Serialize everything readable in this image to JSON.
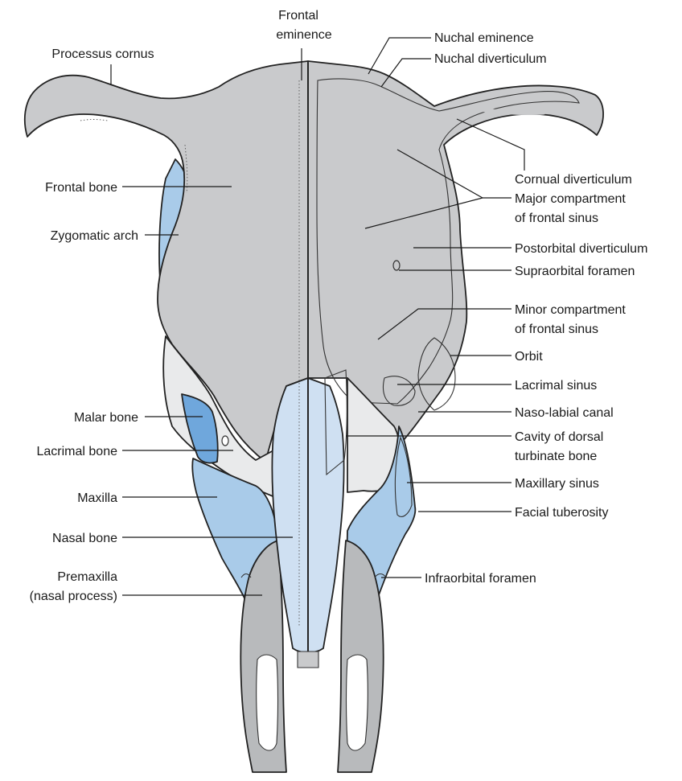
{
  "colors": {
    "bone_grey": "#c9cacc",
    "bone_light": "#e9eaeb",
    "sinus_dark": "#6e7073",
    "sinus_mid": "#8d8f92",
    "nasal_blue": "#cfe0f2",
    "maxilla_blue": "#a9cbe9",
    "malar_blue": "#6fa7dc",
    "premaxilla_grey": "#b8babc",
    "outline": "#222222"
  },
  "labels_left": {
    "processus_cornus": "Processus cornus",
    "frontal_bone": "Frontal bone",
    "zygomatic_arch": "Zygomatic arch",
    "malar_bone": "Malar bone",
    "lacrimal_bone": "Lacrimal bone",
    "maxilla": "Maxilla",
    "nasal_bone": "Nasal bone",
    "premaxilla_line1": "Premaxilla",
    "premaxilla_line2": "(nasal process)"
  },
  "labels_top": {
    "frontal_eminence_line1": "Frontal",
    "frontal_eminence_line2": "eminence"
  },
  "labels_right": {
    "nuchal_eminence": "Nuchal eminence",
    "nuchal_diverticulum": "Nuchal diverticulum",
    "cornual_diverticulum": "Cornual diverticulum",
    "major_compartment_line1": "Major compartment",
    "major_compartment_line2": "of frontal sinus",
    "postorbital_diverticulum": "Postorbital diverticulum",
    "supraorbital_foramen": "Supraorbital foramen",
    "minor_compartment_line1": "Minor compartment",
    "minor_compartment_line2": "of frontal sinus",
    "orbit": "Orbit",
    "lacrimal_sinus": "Lacrimal sinus",
    "naso_labial_canal": "Naso-labial canal",
    "cavity_turbinate_line1": "Cavity of dorsal",
    "cavity_turbinate_line2": "turbinate bone",
    "maxillary_sinus": "Maxillary sinus",
    "facial_tuberosity": "Facial tuberosity",
    "infraorbital_foramen": "Infraorbital foramen"
  }
}
